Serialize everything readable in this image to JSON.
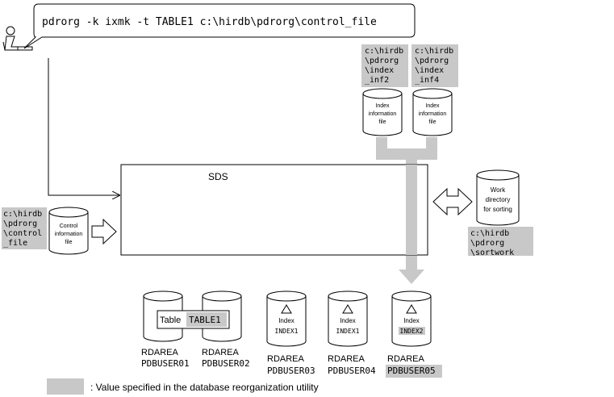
{
  "command": {
    "text": "pdrorg -k ixmk -t TABLE1 c:\\hirdb\\pdrorg\\control_file"
  },
  "paths": {
    "index_inf2": [
      "c:\\hirdb",
      "\\pdrorg",
      "\\index",
      "_inf2"
    ],
    "index_inf4": [
      "c:\\hirdb",
      "\\pdrorg",
      "\\index",
      "_inf4"
    ],
    "control_file": [
      "c:\\hirdb",
      "\\pdrorg",
      "\\control",
      "_file"
    ],
    "sortwork": [
      "c:\\hirdb",
      "\\pdrorg",
      "\\sortwork"
    ]
  },
  "index_info_file": {
    "lines": [
      "Index",
      "information",
      "file"
    ]
  },
  "control_info_file": {
    "lines": [
      "Control",
      "information",
      "file"
    ]
  },
  "work_dir": {
    "lines": [
      "Work",
      "directory",
      "for sorting"
    ]
  },
  "sds": {
    "label": "SDS"
  },
  "table": {
    "prefix": "Table",
    "name": "TABLE1"
  },
  "indexes": [
    {
      "label": "Index",
      "name": "INDEX1"
    },
    {
      "label": "Index",
      "name": "INDEX1"
    },
    {
      "label": "Index",
      "name": "INDEX2"
    }
  ],
  "rdareas": [
    {
      "label": "RDAREA",
      "name": "PDBUSER01"
    },
    {
      "label": "RDAREA",
      "name": "PDBUSER02"
    },
    {
      "label": "RDAREA",
      "name": "PDBUSER03"
    },
    {
      "label": "RDAREA",
      "name": "PDBUSER04"
    },
    {
      "label": "RDAREA",
      "name": "PDBUSER05"
    }
  ],
  "legend": {
    "text": ": Value specified in the database reorganization utility"
  },
  "colors": {
    "highlight": "#c8c8c8",
    "stroke": "#000000",
    "pipe": "#c8c8c8"
  }
}
